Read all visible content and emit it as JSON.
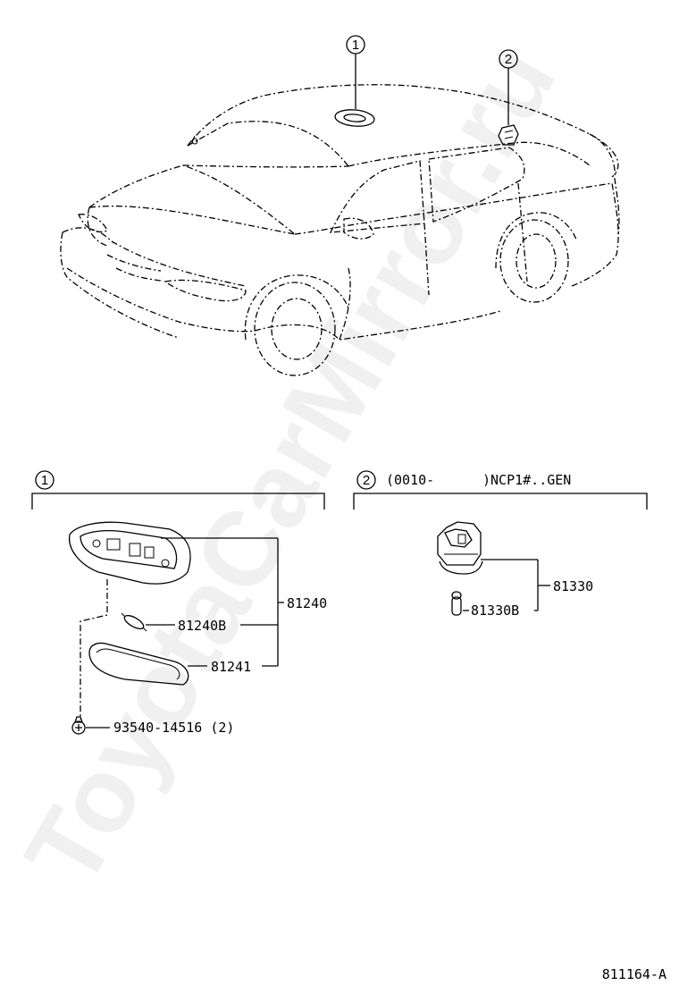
{
  "watermark": "ToyotaCarMirror.ru",
  "callouts": {
    "overhead_lamp": "1",
    "door_lamp": "2"
  },
  "sections": {
    "left": {
      "number": "1",
      "parts": {
        "lamp_assembly": "81240",
        "bulb": "81240B",
        "lens": "81241",
        "screw": "93540-14516 (2)"
      }
    },
    "right": {
      "number": "2",
      "condition_start": "(0010-",
      "condition_end": ")NCP1#..GEN",
      "parts": {
        "lamp_assembly": "81330",
        "bulb": "81330B"
      }
    }
  },
  "diagram_id": "811164-A"
}
